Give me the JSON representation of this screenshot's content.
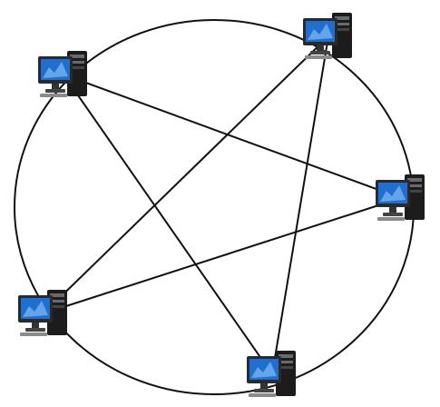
{
  "diagram": {
    "type": "mesh-network-topology",
    "nodes": [
      {
        "id": "n1",
        "icon": "desktop-computer-icon"
      },
      {
        "id": "n2",
        "icon": "desktop-computer-icon"
      },
      {
        "id": "n3",
        "icon": "desktop-computer-icon"
      },
      {
        "id": "n4",
        "icon": "desktop-computer-icon"
      },
      {
        "id": "n5",
        "icon": "desktop-computer-icon"
      }
    ],
    "links": [
      [
        "n1",
        "n3"
      ],
      [
        "n1",
        "n5"
      ],
      [
        "n2",
        "n4"
      ],
      [
        "n2",
        "n5"
      ],
      [
        "n4",
        "n3"
      ]
    ],
    "ring": true,
    "colors": {
      "line": "#111111",
      "screen": "#1f6fd1",
      "screen_glow": "#9fd0ff",
      "case": "#1c1c1c",
      "case_light": "#6a6a6a"
    }
  }
}
